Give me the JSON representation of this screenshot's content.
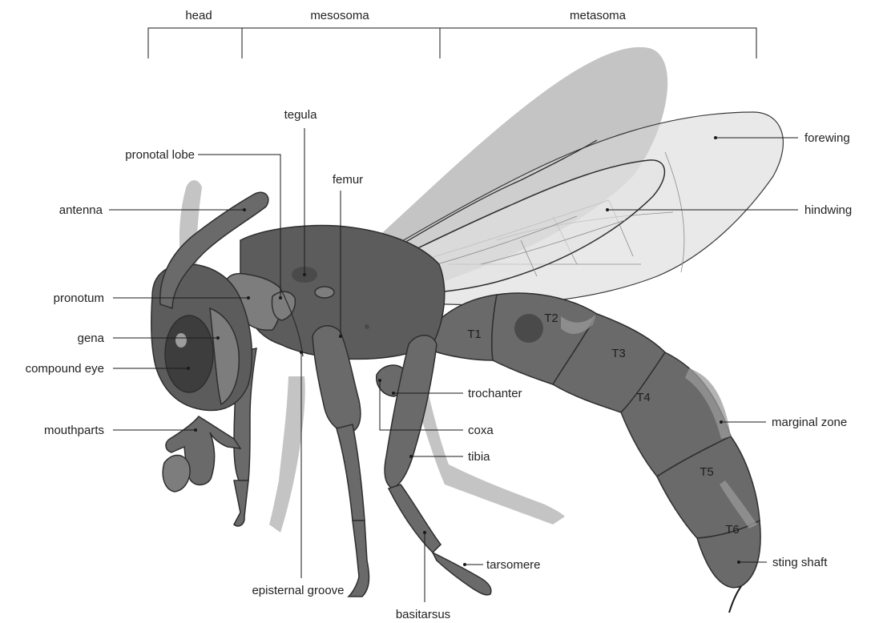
{
  "segments": {
    "head": "head",
    "mesosoma": "mesosoma",
    "metasoma": "metasoma"
  },
  "labels": {
    "tegula": "tegula",
    "pronotal_lobe": "pronotal lobe",
    "femur": "femur",
    "antenna": "antenna",
    "pronotum": "pronotum",
    "gena": "gena",
    "compound_eye": "compound eye",
    "mouthparts": "mouthparts",
    "trochanter": "trochanter",
    "coxa": "coxa",
    "tibia": "tibia",
    "episternal_groove": "episternal groove",
    "basitarsus": "basitarsus",
    "tarsomere": "tarsomere",
    "forewing": "forewing",
    "hindwing": "hindwing",
    "marginal_zone": "marginal zone",
    "sting_shaft": "sting shaft"
  },
  "tergites": {
    "t1": "T1",
    "t2": "T2",
    "t3": "T3",
    "t4": "T4",
    "t5": "T5",
    "t6": "T6"
  }
}
